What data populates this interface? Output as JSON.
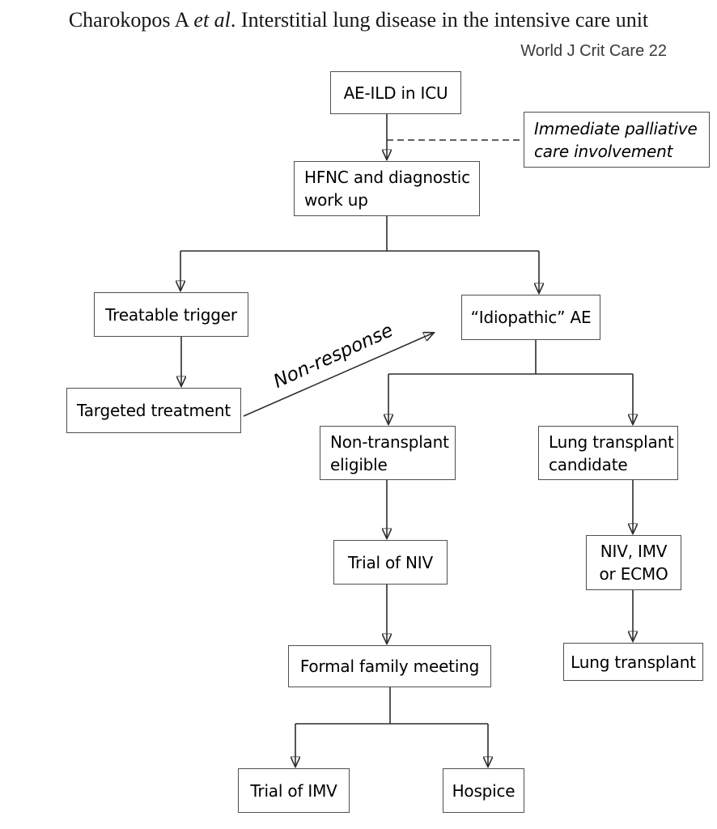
{
  "header": {
    "citation_author": "Charokopos A ",
    "citation_etal": "et al",
    "citation_rest": ". Interstitial lung disease in the intensive care unit",
    "journal": "World J Crit Care 22"
  },
  "colors": {
    "background": "#ffffff",
    "box_border": "#4f4f4f",
    "line": "#2d2d2d",
    "text": "#000000",
    "journal_text": "#3a3a3a"
  },
  "nodes": {
    "ae_ild": {
      "label": "AE-ILD in ICU"
    },
    "palliative": {
      "label": "Immediate palliative\ncare involvement"
    },
    "hfnc": {
      "label": "HFNC and diagnostic\nwork up"
    },
    "treatable_trigger": {
      "label": "Treatable trigger"
    },
    "idiopathic_ae": {
      "label": "“Idiopathic” AE"
    },
    "targeted_treatment": {
      "label": "Targeted treatment"
    },
    "non_transplant": {
      "label": "Non-transplant\neligible"
    },
    "transplant_candidate": {
      "label": "Lung transplant\ncandidate"
    },
    "trial_niv": {
      "label": "Trial of NIV"
    },
    "niv_imv_ecmo": {
      "label": "NIV, IMV\nor ECMO"
    },
    "family_meeting": {
      "label": "Formal family meeting"
    },
    "lung_transplant": {
      "label": "Lung transplant"
    },
    "trial_imv": {
      "label": "Trial of IMV"
    },
    "hospice": {
      "label": "Hospice"
    }
  },
  "edge_labels": {
    "non_response": "Non-response"
  }
}
